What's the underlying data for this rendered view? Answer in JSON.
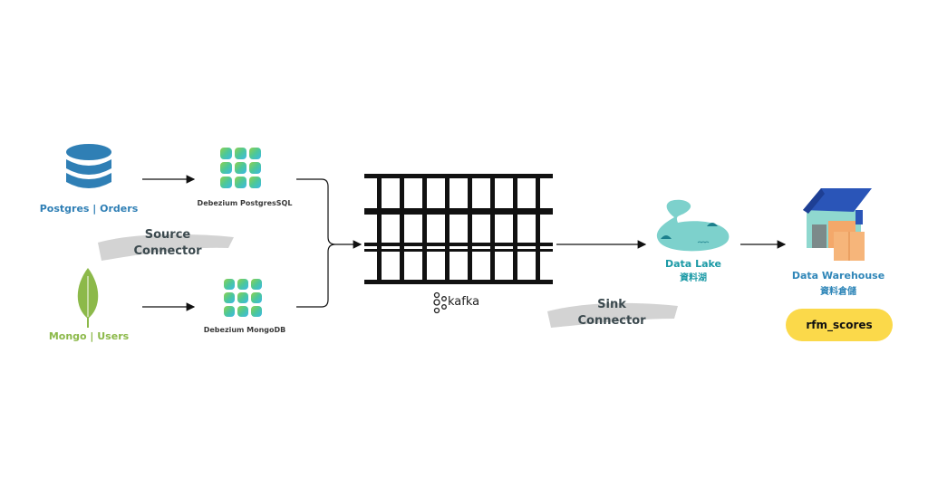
{
  "sources": [
    {
      "label": "Postgres | Orders",
      "icon": "database-icon",
      "color": "#2f7fb5"
    },
    {
      "label": "Mongo | Users",
      "icon": "mongodb-leaf-icon",
      "color": "#8cb94a"
    }
  ],
  "connectors": [
    {
      "label": "Debezium PostgresSQL",
      "icon": "debezium-icon"
    },
    {
      "label": "Debezium MongoDB",
      "icon": "debezium-icon"
    }
  ],
  "source_connector": {
    "line1": "Source",
    "line2": "Connector"
  },
  "kafka": {
    "label": "kafka",
    "icon": "kafka-icon"
  },
  "sink_connector": {
    "line1": "Sink",
    "line2": "Connector"
  },
  "data_lake": {
    "label": "Data Lake",
    "label_zh": "資料湖",
    "color": "#1b9aa6"
  },
  "data_warehouse": {
    "label": "Data Warehouse",
    "label_zh": "資料倉儲",
    "color": "#2f86b8"
  },
  "table": {
    "label": "rfm_scores",
    "color": "#fbd94a"
  }
}
